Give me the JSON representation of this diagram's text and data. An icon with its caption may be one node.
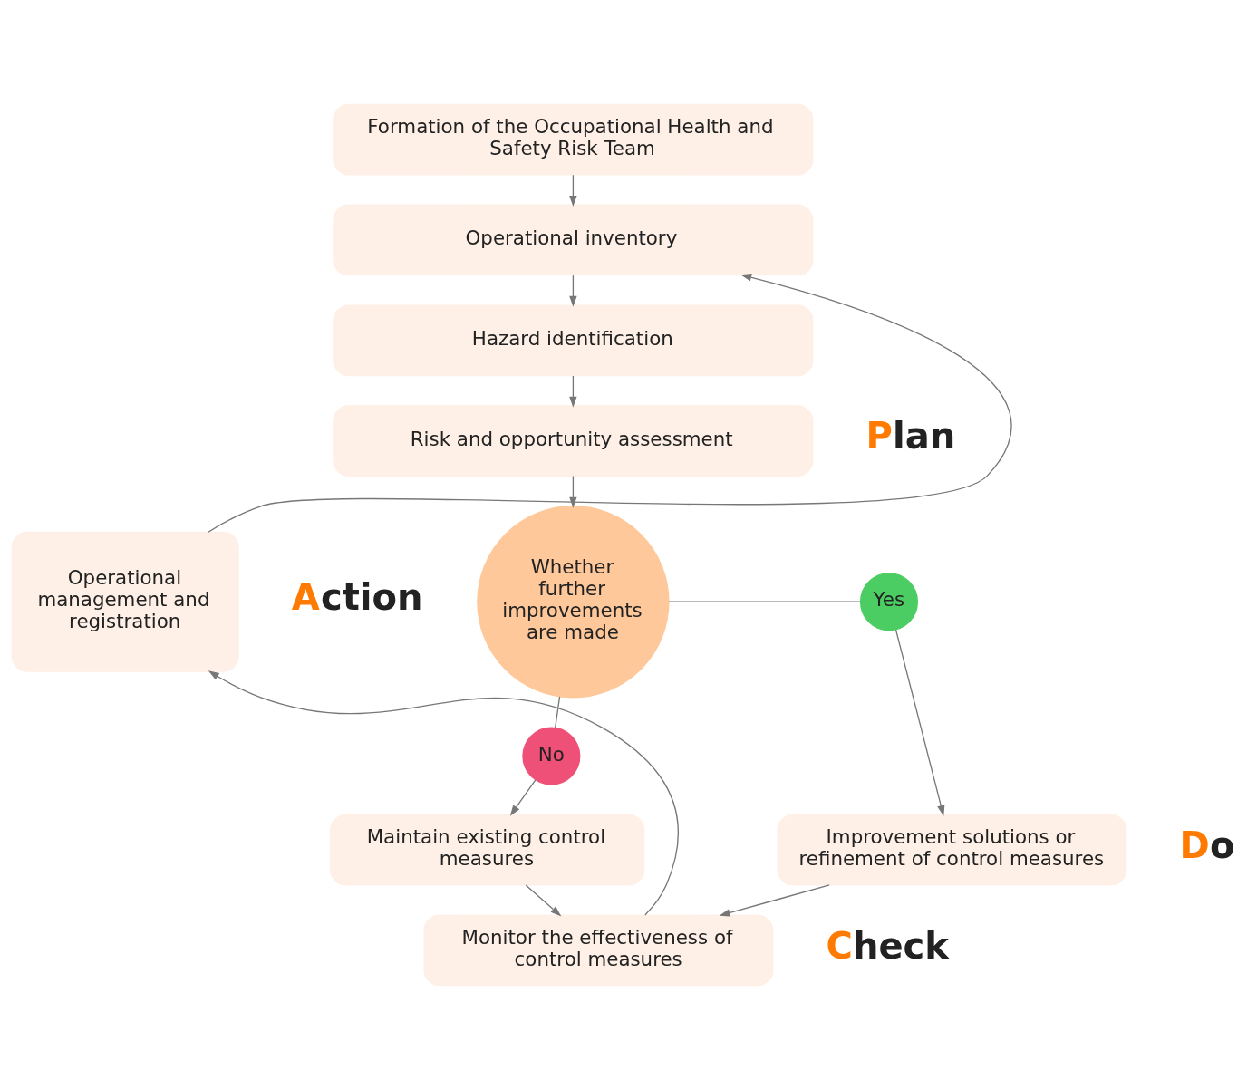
{
  "diagram": {
    "nodes": [
      {
        "text": [
          "Formation of the Occupational Health and Safety Risk Team"
        ]
      },
      {
        "text": [
          "Operational inventory"
        ]
      },
      {
        "text": [
          "Hazard identification"
        ]
      },
      {
        "text": [
          "Risk and opportunity assessment"
        ],
        "beside": [
          "Plan"
        ]
      },
      {
        "text": [
          "Whether further improvements are made"
        ]
      },
      {
        "text": [
          "Yes"
        ]
      },
      {
        "text": [
          "No"
        ]
      },
      {
        "text": [
          "Maintain existing control measures"
        ]
      },
      {
        "text": [
          "Improvement solutions or refinement of control measures"
        ],
        "beside": [
          "Do"
        ]
      },
      {
        "text": [
          "Monitor the effectiveness of control measures"
        ],
        "beside": [
          "Check"
        ]
      },
      {
        "text": [
          "Operational management and registration"
        ],
        "beside": [
          "Action"
        ]
      }
    ],
    "edges": [
      {
        "from": 0,
        "to": 1,
        "arrow": "to"
      },
      {
        "from": 1,
        "to": 2,
        "arrow": "to"
      },
      {
        "from": 2,
        "to": 3,
        "arrow": "to"
      },
      {
        "from": 3,
        "to": 4,
        "arrow": "to"
      },
      {
        "from": 4,
        "to": 5,
        "arrow": "none"
      },
      {
        "from": 5,
        "to": 8,
        "arrow": "to"
      },
      {
        "from": 4,
        "to": 6,
        "arrow": "none"
      },
      {
        "from": 6,
        "to": 7,
        "arrow": "to"
      },
      {
        "from": 7,
        "to": 9,
        "arrow": "to"
      },
      {
        "from": 8,
        "to": 9,
        "arrow": "to"
      },
      {
        "from": 9,
        "to": 10,
        "arrow": "to"
      },
      {
        "from": 10,
        "to": 1,
        "arrow": "to"
      }
    ]
  }
}
